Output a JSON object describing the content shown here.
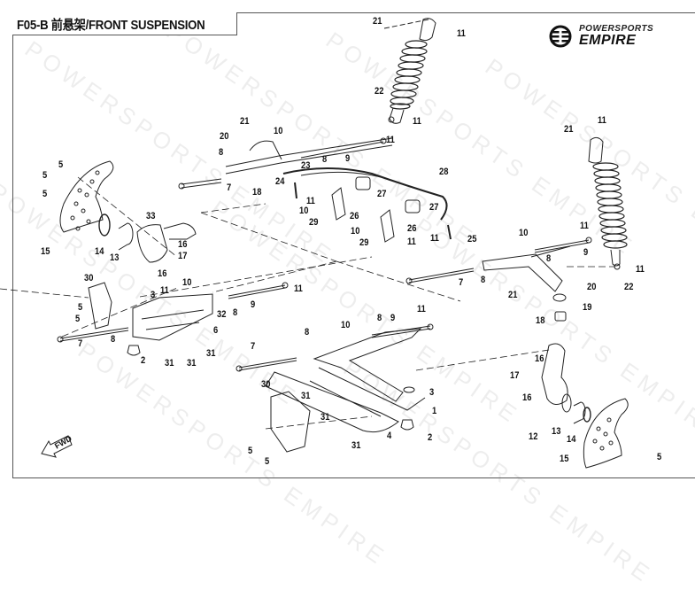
{
  "title": "F05-B 前悬架/FRONT SUSPENSION",
  "logo": {
    "line1": "POWERSPORTS",
    "line2": "EMPIRE",
    "icon": "empire-wings-emblem-icon"
  },
  "watermark_text": "POWERSPORTS EMPIRE",
  "direction_marker": "FWD",
  "callouts": [
    {
      "id": "c21a",
      "label": "21"
    },
    {
      "id": "c11a",
      "label": "11"
    },
    {
      "id": "c22a",
      "label": "22"
    },
    {
      "id": "c11b",
      "label": "11"
    },
    {
      "id": "c21b",
      "label": "21"
    },
    {
      "id": "c20a",
      "label": "20"
    },
    {
      "id": "c10a",
      "label": "10"
    },
    {
      "id": "c11c",
      "label": "11"
    },
    {
      "id": "c8a",
      "label": "8"
    },
    {
      "id": "c23",
      "label": "23"
    },
    {
      "id": "c8b",
      "label": "8"
    },
    {
      "id": "c9a",
      "label": "9"
    },
    {
      "id": "c7a",
      "label": "7"
    },
    {
      "id": "c18a",
      "label": "18"
    },
    {
      "id": "c24",
      "label": "24"
    },
    {
      "id": "c11d",
      "label": "11"
    },
    {
      "id": "c28",
      "label": "28"
    },
    {
      "id": "c27a",
      "label": "27"
    },
    {
      "id": "c27b",
      "label": "27"
    },
    {
      "id": "c10b",
      "label": "10"
    },
    {
      "id": "c29a",
      "label": "29"
    },
    {
      "id": "c26a",
      "label": "26"
    },
    {
      "id": "c10c",
      "label": "10"
    },
    {
      "id": "c29b",
      "label": "29"
    },
    {
      "id": "c26b",
      "label": "26"
    },
    {
      "id": "c11e",
      "label": "11"
    },
    {
      "id": "c11f",
      "label": "11"
    },
    {
      "id": "c25",
      "label": "25"
    },
    {
      "id": "c5a",
      "label": "5"
    },
    {
      "id": "c5b",
      "label": "5"
    },
    {
      "id": "c5c",
      "label": "5"
    },
    {
      "id": "c15a",
      "label": "15"
    },
    {
      "id": "c14a",
      "label": "14"
    },
    {
      "id": "c13a",
      "label": "13"
    },
    {
      "id": "c33",
      "label": "33"
    },
    {
      "id": "c16a",
      "label": "16"
    },
    {
      "id": "c17a",
      "label": "17"
    },
    {
      "id": "c16b",
      "label": "16"
    },
    {
      "id": "c30a",
      "label": "30"
    },
    {
      "id": "c3a",
      "label": "3"
    },
    {
      "id": "c11g",
      "label": "11"
    },
    {
      "id": "c10d",
      "label": "10"
    },
    {
      "id": "c11h",
      "label": "11"
    },
    {
      "id": "c5d",
      "label": "5"
    },
    {
      "id": "c5e",
      "label": "5"
    },
    {
      "id": "c7b",
      "label": "7"
    },
    {
      "id": "c8c",
      "label": "8"
    },
    {
      "id": "c32",
      "label": "32"
    },
    {
      "id": "c8d",
      "label": "8"
    },
    {
      "id": "c9b",
      "label": "9"
    },
    {
      "id": "c6",
      "label": "6"
    },
    {
      "id": "c2a",
      "label": "2"
    },
    {
      "id": "c31a",
      "label": "31"
    },
    {
      "id": "c31b",
      "label": "31"
    },
    {
      "id": "c31c",
      "label": "31"
    },
    {
      "id": "c21c",
      "label": "21"
    },
    {
      "id": "c11i",
      "label": "11"
    },
    {
      "id": "c10e",
      "label": "10"
    },
    {
      "id": "c8e",
      "label": "8"
    },
    {
      "id": "c9c",
      "label": "9"
    },
    {
      "id": "c7c",
      "label": "7"
    },
    {
      "id": "c8f",
      "label": "8"
    },
    {
      "id": "c20b",
      "label": "20"
    },
    {
      "id": "c21d",
      "label": "21"
    },
    {
      "id": "c19",
      "label": "19"
    },
    {
      "id": "c22b",
      "label": "22"
    },
    {
      "id": "c11j",
      "label": "11"
    },
    {
      "id": "c11k",
      "label": "11"
    },
    {
      "id": "c11l",
      "label": "11"
    },
    {
      "id": "c10f",
      "label": "10"
    },
    {
      "id": "c8g",
      "label": "8"
    },
    {
      "id": "c9d",
      "label": "9"
    },
    {
      "id": "c8h",
      "label": "8"
    },
    {
      "id": "c7d",
      "label": "7"
    },
    {
      "id": "c3b",
      "label": "3"
    },
    {
      "id": "c1",
      "label": "1"
    },
    {
      "id": "c30b",
      "label": "30"
    },
    {
      "id": "c31d",
      "label": "31"
    },
    {
      "id": "c31e",
      "label": "31"
    },
    {
      "id": "c4",
      "label": "4"
    },
    {
      "id": "c2b",
      "label": "2"
    },
    {
      "id": "c31f",
      "label": "31"
    },
    {
      "id": "c5f",
      "label": "5"
    },
    {
      "id": "c5g",
      "label": "5"
    },
    {
      "id": "c18b",
      "label": "18"
    },
    {
      "id": "c16c",
      "label": "16"
    },
    {
      "id": "c17b",
      "label": "17"
    },
    {
      "id": "c16d",
      "label": "16"
    },
    {
      "id": "c12",
      "label": "12"
    },
    {
      "id": "c13b",
      "label": "13"
    },
    {
      "id": "c14b",
      "label": "14"
    },
    {
      "id": "c15b",
      "label": "15"
    },
    {
      "id": "c5h",
      "label": "5"
    }
  ]
}
